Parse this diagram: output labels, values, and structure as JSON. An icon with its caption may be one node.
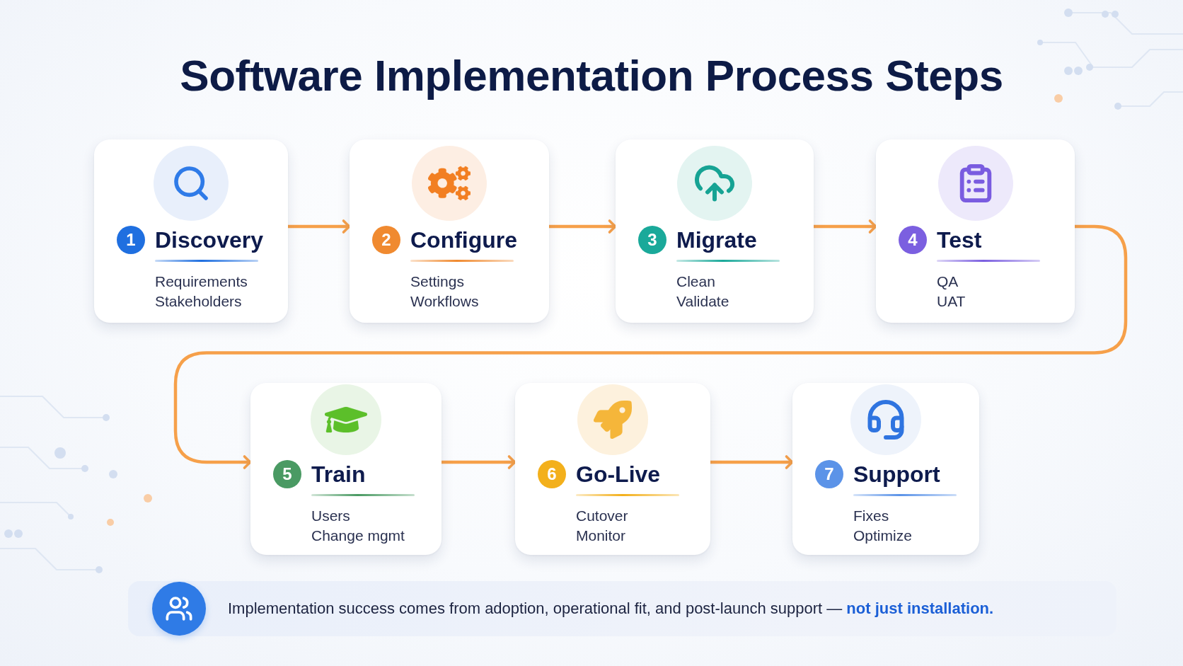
{
  "diagram": {
    "title": "Software Implementation Process Steps",
    "nodes": [
      {
        "text": [
          "1",
          "Discovery",
          "Requirements",
          "Stakeholders"
        ]
      },
      {
        "text": [
          "2",
          "Configure",
          "Settings",
          "Workflows"
        ]
      },
      {
        "text": [
          "3",
          "Migrate",
          "Clean",
          "Validate"
        ]
      },
      {
        "text": [
          "4",
          "Test",
          "QA",
          "UAT"
        ]
      },
      {
        "text": [
          "5",
          "Train",
          "Users",
          "Change mgmt"
        ]
      },
      {
        "text": [
          "6",
          "Go-Live",
          "Cutover",
          "Monitor"
        ]
      },
      {
        "text": [
          "7",
          "Support",
          "Fixes",
          "Optimize"
        ]
      },
      {
        "text": [
          "Implementation success comes from adoption, operational fit, and post-launch support — **not just installation.**"
        ]
      }
    ],
    "edges": [
      {
        "from": 0,
        "to": 1,
        "arrow": "to"
      },
      {
        "from": 1,
        "to": 2,
        "arrow": "to"
      },
      {
        "from": 2,
        "to": 3,
        "arrow": "to"
      },
      {
        "from": 3,
        "to": 4,
        "arrow": "to"
      },
      {
        "from": 4,
        "to": 5,
        "arrow": "to"
      },
      {
        "from": 5,
        "to": 6,
        "arrow": "to"
      }
    ]
  }
}
